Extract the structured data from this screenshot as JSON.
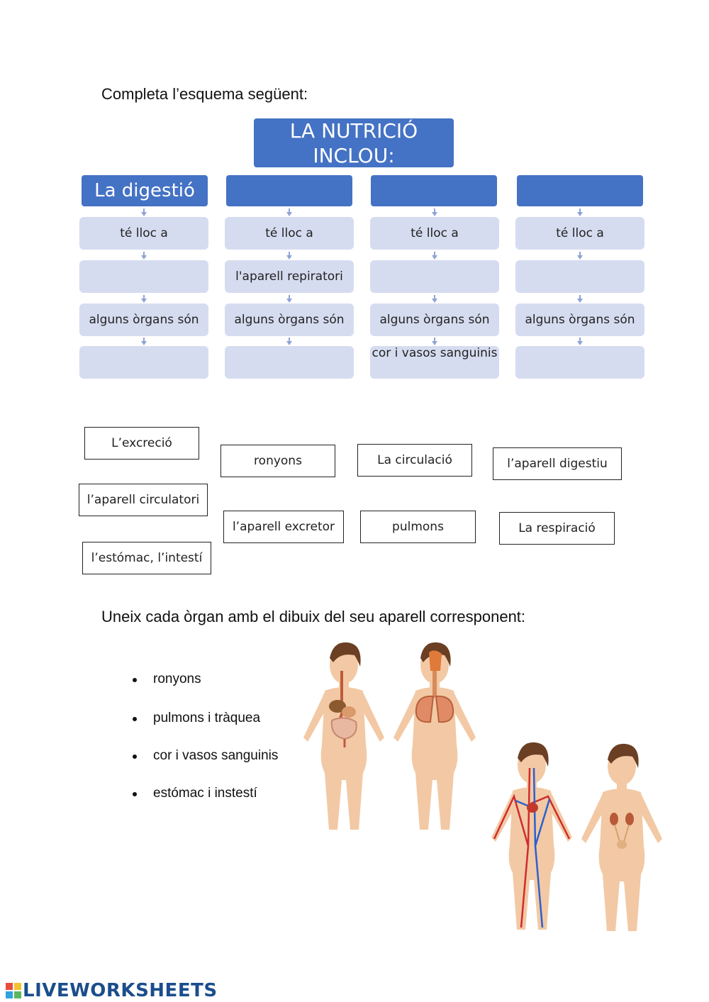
{
  "instructions": {
    "complete": "Completa l’esquema següent:",
    "match": "Uneix cada òrgan amb el dibuix del seu aparell corresponent:"
  },
  "diagram": {
    "root": [
      "LA NUTRICIÓ",
      "INCLOU:"
    ],
    "columns": [
      {
        "head": "La digestió",
        "r1": "té lloc a",
        "r2": "",
        "r3": "alguns òrgans són",
        "r4": ""
      },
      {
        "head": "",
        "r1": "té lloc a",
        "r2": "l'aparell repiratori",
        "r3": "alguns òrgans són",
        "r4": ""
      },
      {
        "head": "",
        "r1": "té lloc a",
        "r2": "",
        "r3": "alguns òrgans són",
        "r4": "cor i vasos sanguinis"
      },
      {
        "head": "",
        "r1": "té lloc a",
        "r2": "",
        "r3": "alguns òrgans són",
        "r4": ""
      }
    ],
    "colors": {
      "header": "#4472c4",
      "cell": "#d6dcf0",
      "connector": "#8ea3d6"
    }
  },
  "word_bank": [
    "L’excreció",
    "ronyons",
    "La circulació",
    "l’aparell digestiu",
    "l’aparell circulatori",
    "l’aparell excretor",
    "pulmons",
    "La respiració",
    "l’estómac, l’intestí"
  ],
  "organs": [
    "ronyons",
    "pulmons i tràquea",
    "cor i vasos sanguinis",
    "estómac i instestí"
  ],
  "figures": [
    "digestive-system-body",
    "respiratory-system-body",
    "circulatory-system-body",
    "excretory-system-body"
  ],
  "footer": {
    "logo": "LIVEWORKSHEETS"
  }
}
